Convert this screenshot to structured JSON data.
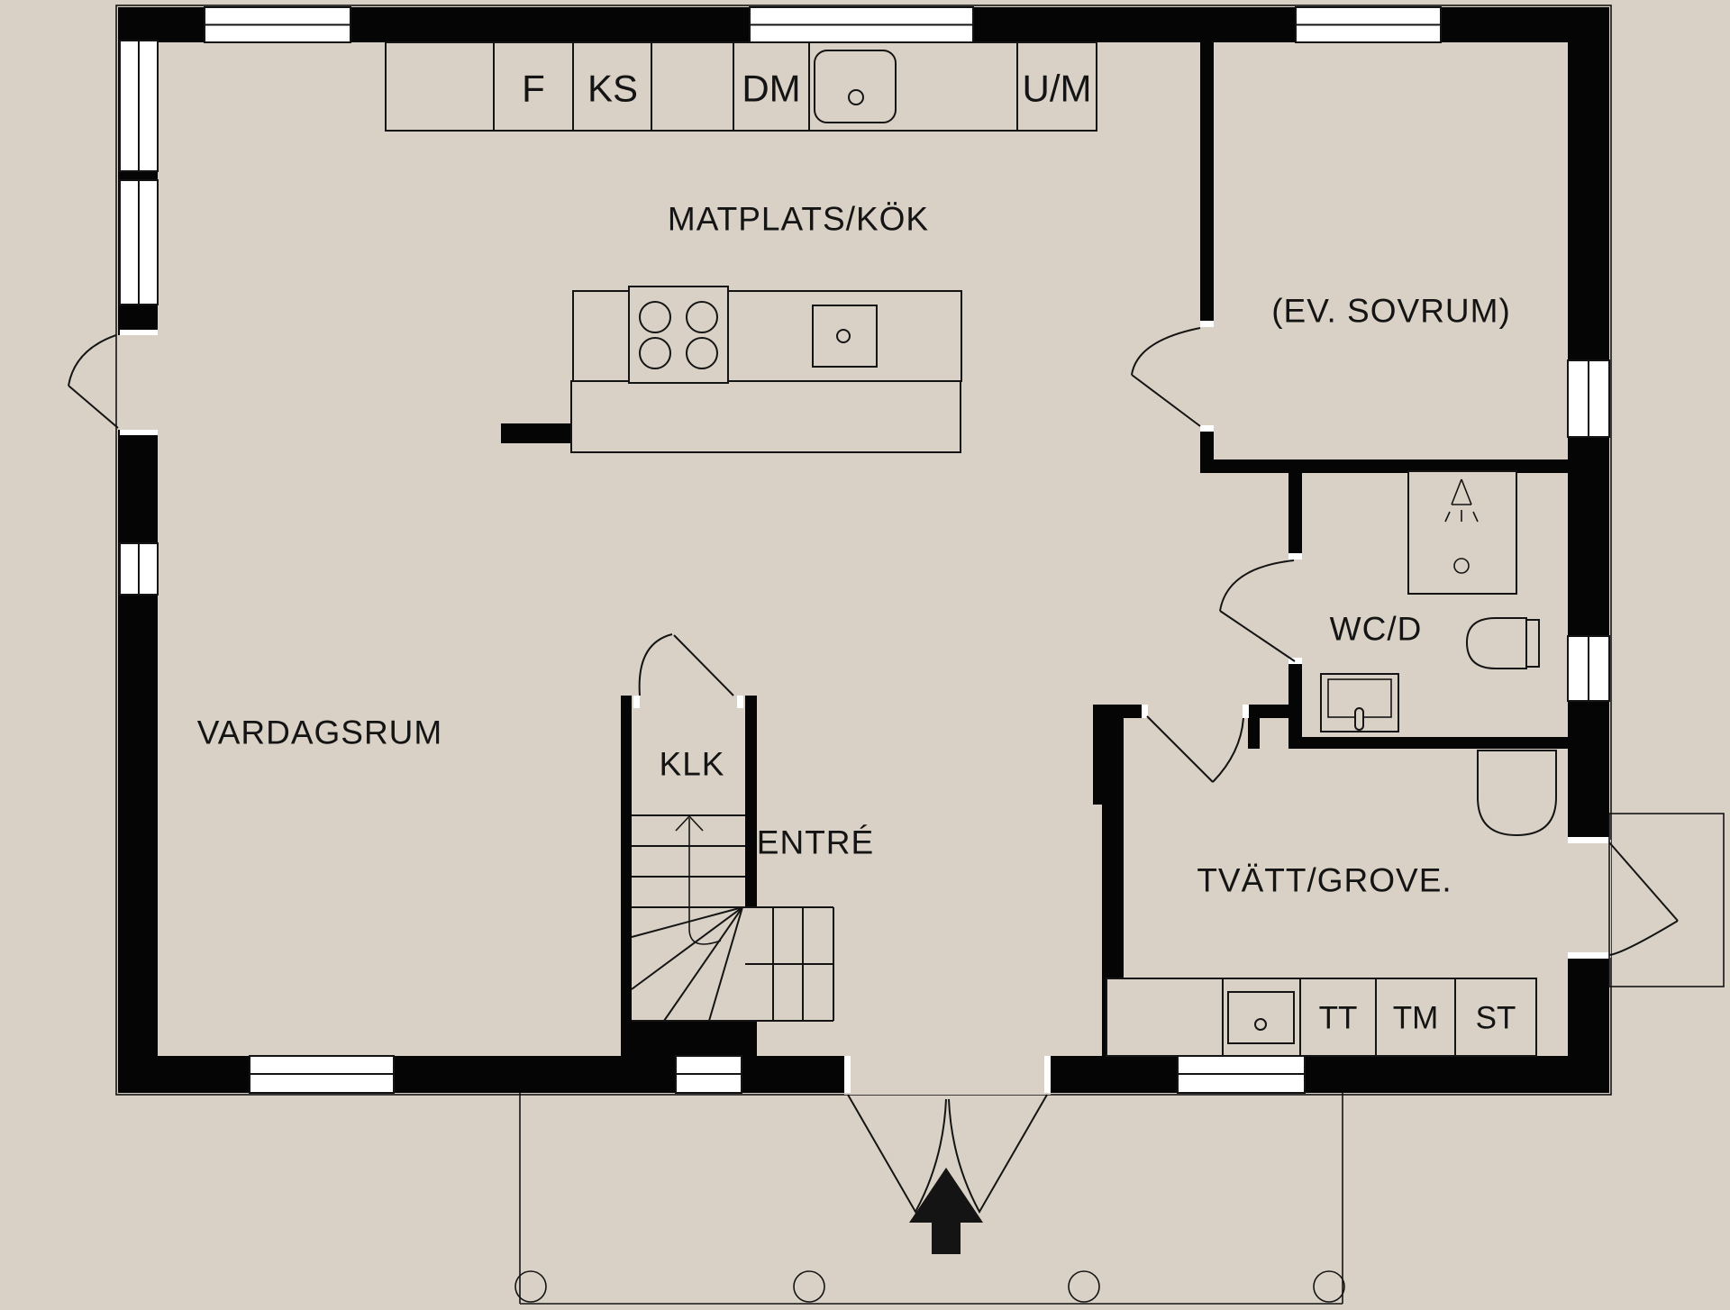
{
  "colors": {
    "background": "#d9d1c5",
    "wall": "#050505",
    "line": "#141414",
    "window": "#ffffff"
  },
  "rooms": {
    "kitchen": {
      "label": "MATPLATS/KÖK"
    },
    "bedroom": {
      "label": "(EV. SOVRUM)"
    },
    "wc": {
      "label": "WC/D"
    },
    "living": {
      "label": "VARDAGSRUM"
    },
    "closet": {
      "label": "KLK"
    },
    "entry": {
      "label": "ENTRÉ"
    },
    "laundry": {
      "label": "TVÄTT/GROVE."
    }
  },
  "kitchen_units": {
    "f": "F",
    "ks": "KS",
    "dm": "DM",
    "um": "U/M"
  },
  "laundry_units": {
    "tt": "TT",
    "tm": "TM",
    "st": "ST"
  }
}
